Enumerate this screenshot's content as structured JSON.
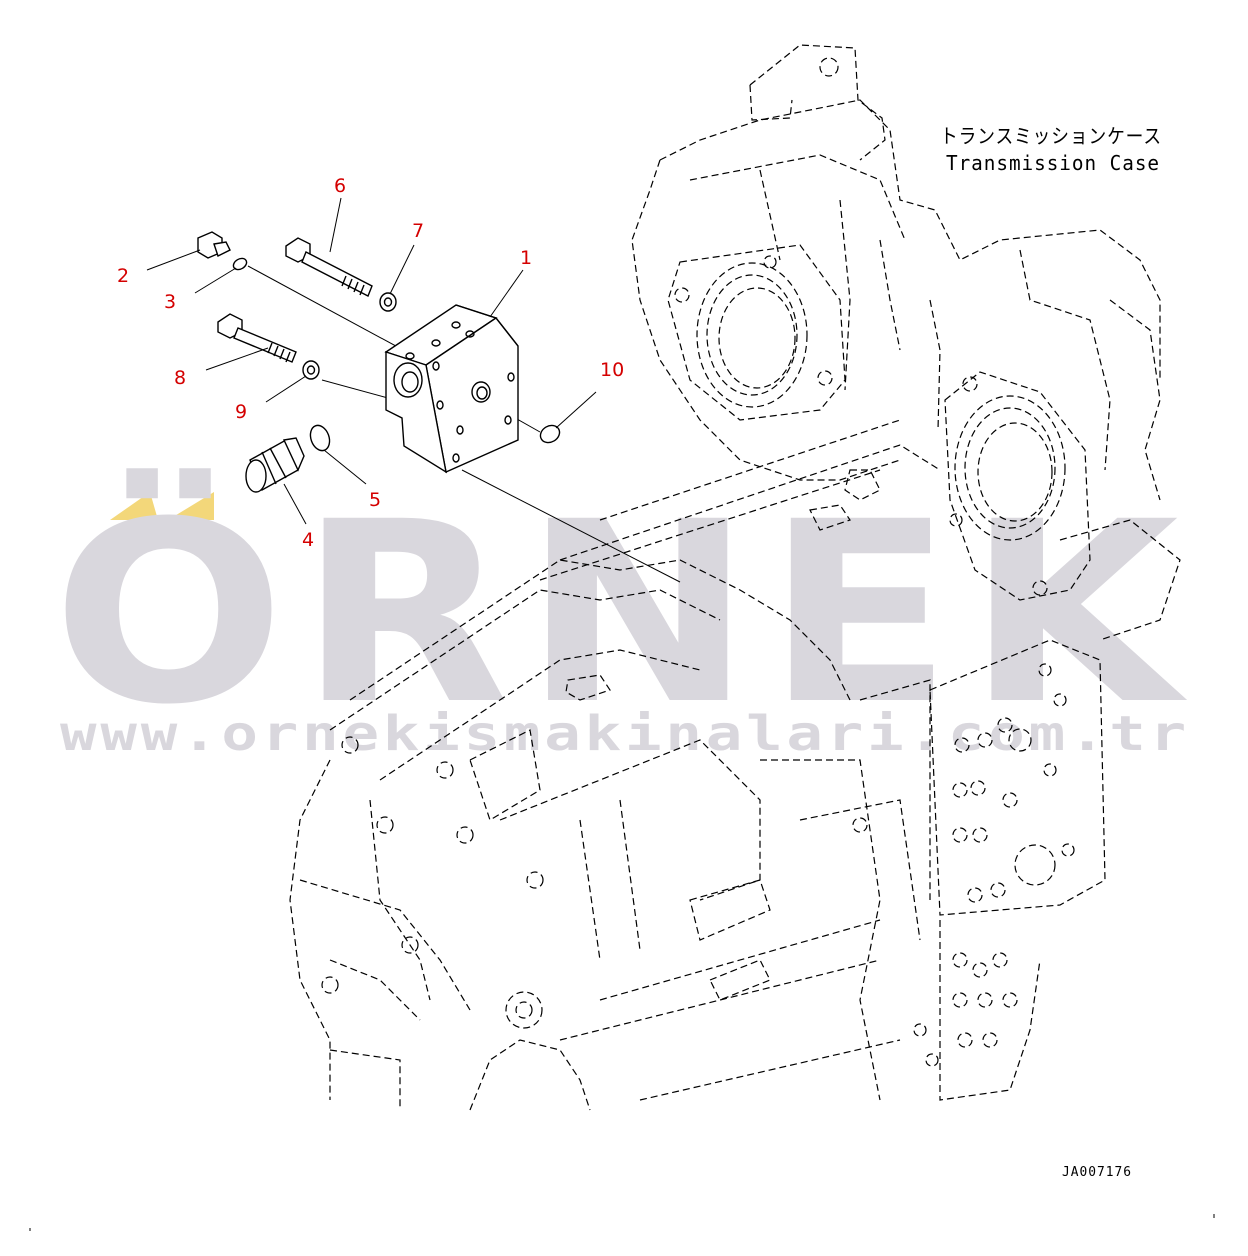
{
  "diagram": {
    "label_jp": "トランスミッションケース",
    "label_en": "Transmission Case",
    "drawing_code": "JA007176",
    "callouts": [
      {
        "num": "1"
      },
      {
        "num": "2"
      },
      {
        "num": "3"
      },
      {
        "num": "4"
      },
      {
        "num": "5"
      },
      {
        "num": "6"
      },
      {
        "num": "7"
      },
      {
        "num": "8"
      },
      {
        "num": "9"
      },
      {
        "num": "10"
      }
    ]
  },
  "watermark": {
    "brand": "ÖRNEK",
    "url": "www.ornekismakinalari.com.tr",
    "color_gray": "#d9d7dd",
    "color_accent": "#f3d77a"
  },
  "colors": {
    "callout_red": "#d40000",
    "line": "#000000"
  }
}
